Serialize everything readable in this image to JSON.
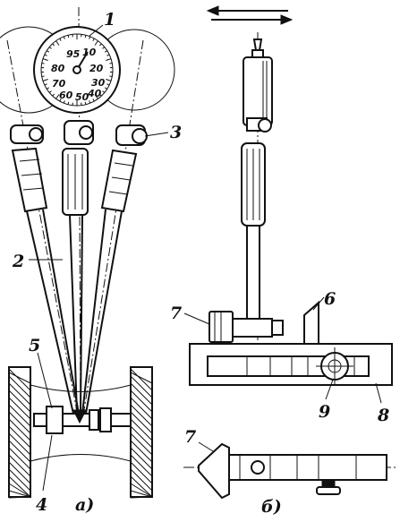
{
  "figure": {
    "parts": {
      "p1": "1",
      "p2": "2",
      "p3": "3",
      "p4": "4",
      "p5": "5",
      "p6": "6",
      "p7a": "7",
      "p7b": "7",
      "p8": "8",
      "p9": "9"
    },
    "panels": {
      "a": "а)",
      "b": "б)"
    },
    "dial_numbers": [
      "95",
      "10",
      "80",
      "20",
      "70",
      "30",
      "60",
      "50",
      "40"
    ]
  }
}
